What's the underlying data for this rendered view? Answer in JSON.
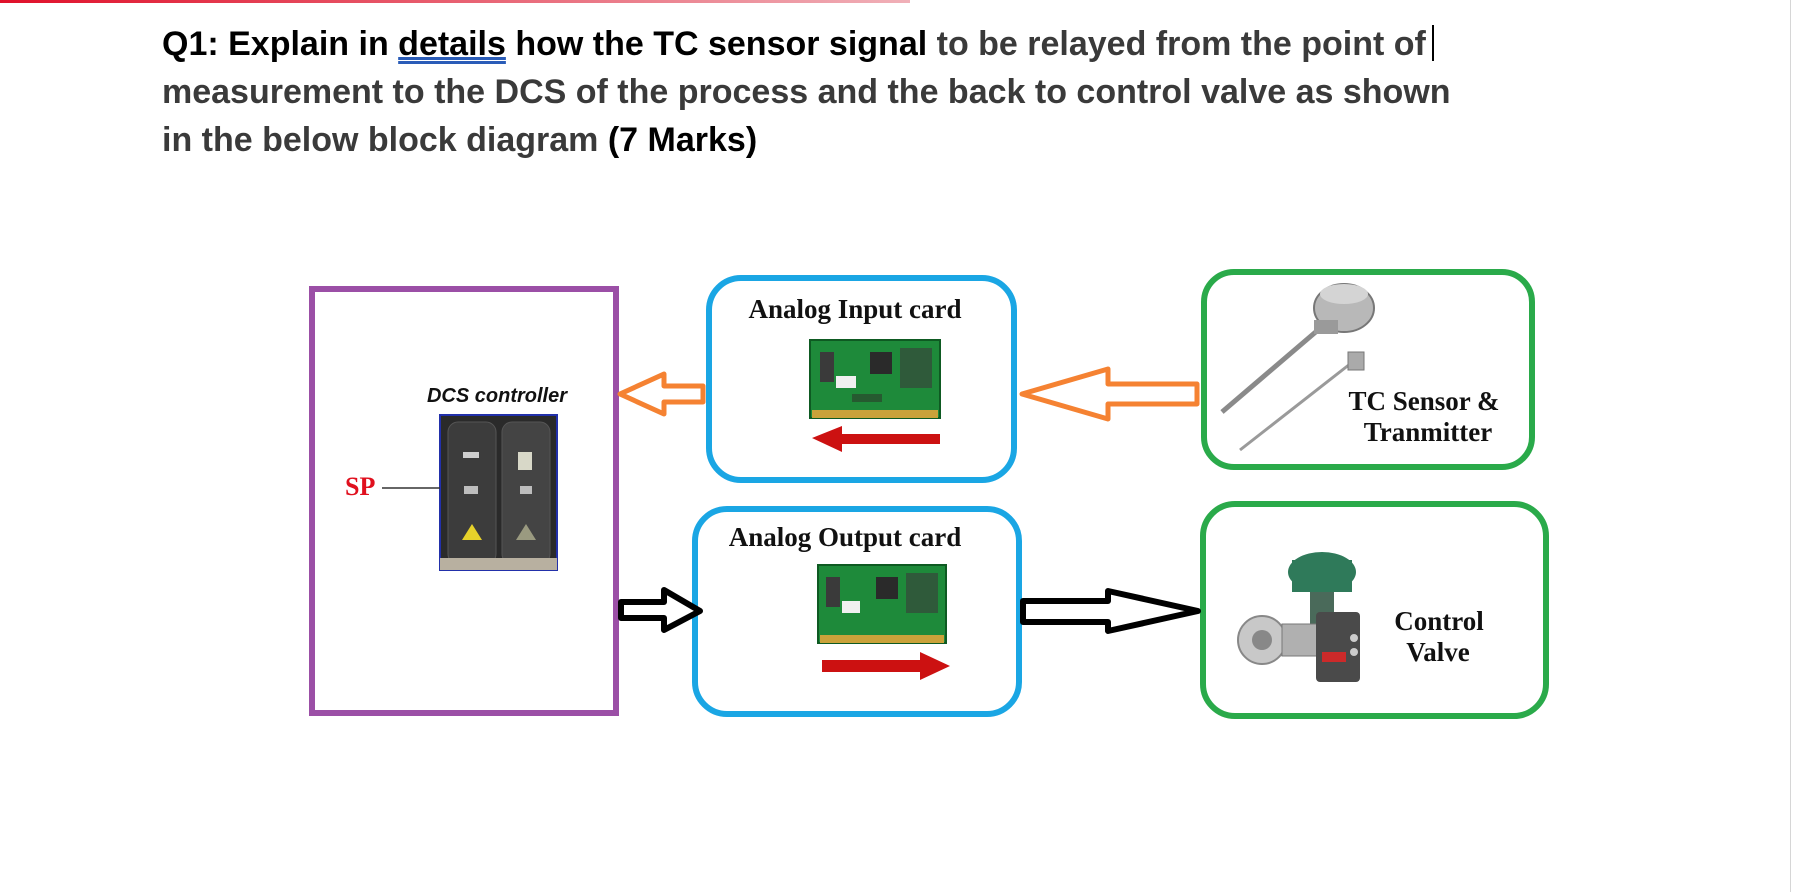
{
  "question": {
    "prefix": "Q1: Explain in ",
    "underlined": "details",
    "middle": " how the TC sensor signal",
    "rest_line1": " to be relayed from the point of",
    "line2": "measurement to the DCS of the process and the back to control valve as shown",
    "line3": "in the below block diagram ",
    "marks": "(7 Marks)"
  },
  "diagram": {
    "dcs_label": "DCS controller",
    "sp_label": "SP",
    "ai_label": "Analog Input card",
    "ao_label": "Analog Output card",
    "tc_label_line1": "TC Sensor &",
    "tc_label_line2": "Tranmitter",
    "cv_label_line1": "Control",
    "cv_label_line2": "Valve"
  },
  "colors": {
    "dcs_border": "#9b4fa6",
    "card_border": "#1aa6e4",
    "field_border": "#2aaa4a",
    "input_arrow": "#f58232",
    "output_arrow": "#000000",
    "signal_arrow": "#cc1111",
    "sp": "#e0101e"
  }
}
